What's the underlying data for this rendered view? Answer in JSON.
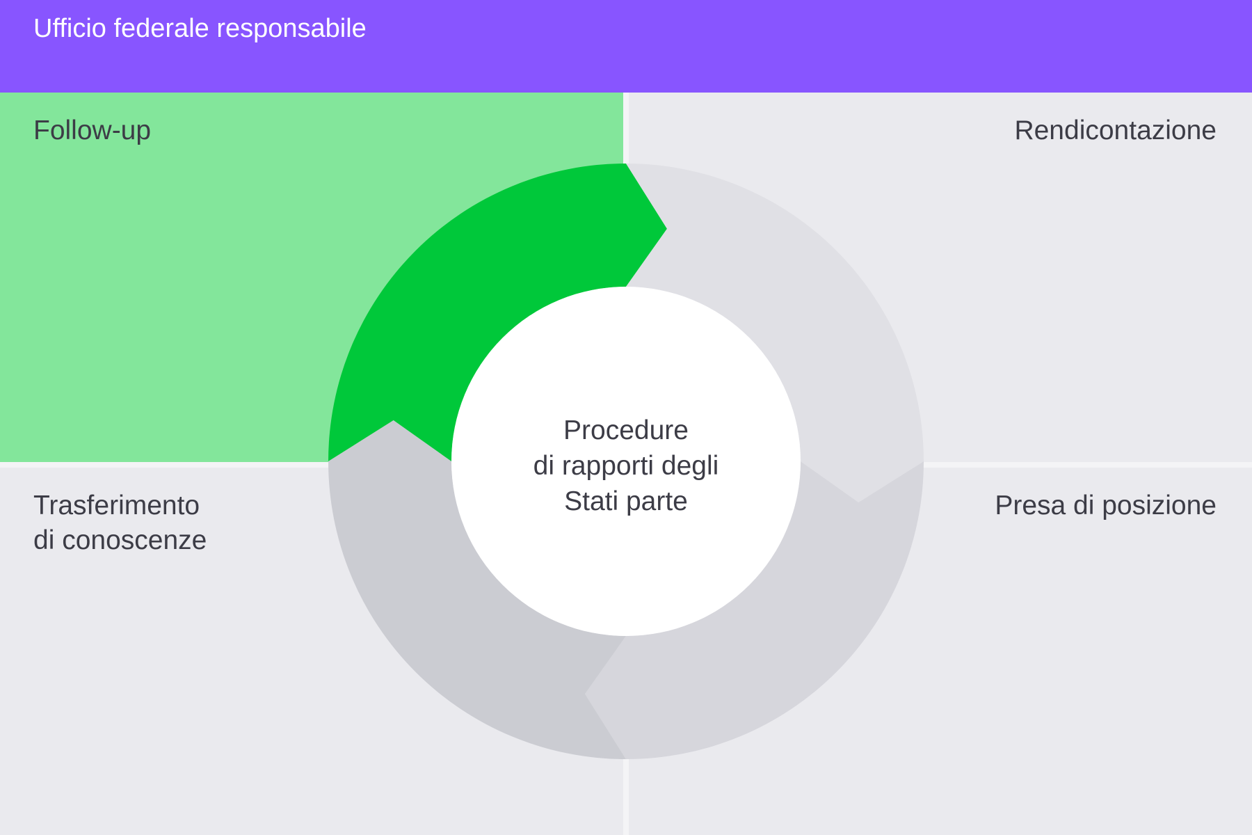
{
  "header": {
    "title": "Ufficio federale responsabile"
  },
  "quadrants": {
    "top_left": "Follow-up",
    "top_right": "Rendicontazione",
    "bottom_left": [
      "Trasferimento",
      "di conoscenze"
    ],
    "bottom_right": "Presa di posizione"
  },
  "center": {
    "lines": [
      "Procedure",
      "di rapporti degli",
      "Stati parte"
    ]
  },
  "colors": {
    "header": "#8855ff",
    "active_quadrant": "#83e69b",
    "active_segment": "#00c83a",
    "segment_top_right": "#e0e0e5",
    "segment_bottom_right": "#d6d6dc",
    "segment_bottom_left": "#cbccd2"
  },
  "active_step": "Follow-up"
}
